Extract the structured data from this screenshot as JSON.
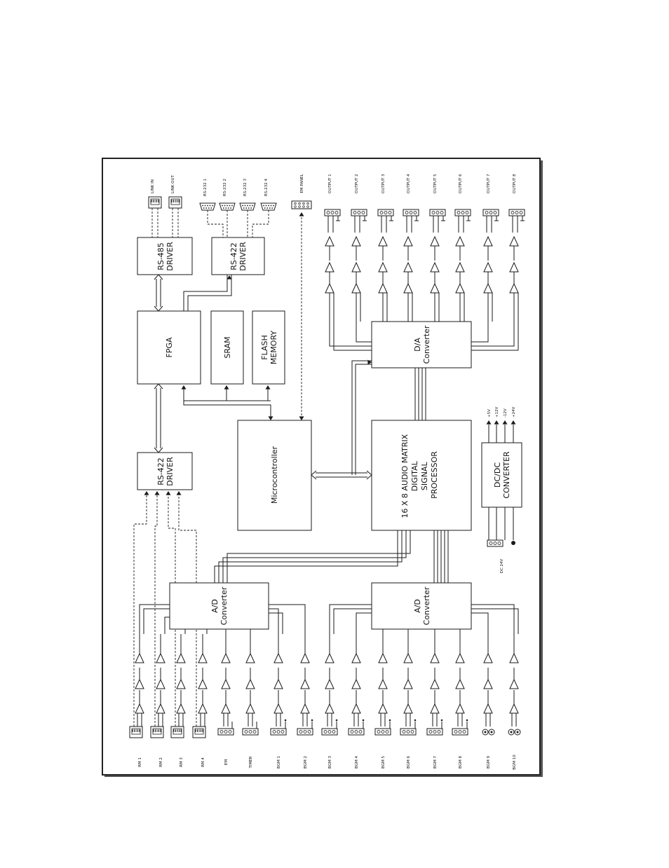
{
  "blocks": {
    "rs485": [
      "RS-485",
      "DRIVER"
    ],
    "rs422_top": [
      "RS-422",
      "DRIVER"
    ],
    "fpga": [
      "FPGA"
    ],
    "sram": [
      "SRAM"
    ],
    "flash": [
      "FLASH",
      "MEMORY"
    ],
    "rs422_mid": [
      "RS-422",
      "DRIVER"
    ],
    "micro": [
      "Microcontroller"
    ],
    "da": [
      "D/A",
      "Converter"
    ],
    "dsp": [
      "16 X 8 AUDIO MATRIX",
      "DIGITAL",
      "SIGNAL",
      "PROCESSOR"
    ],
    "dcdc": [
      "DC/DC",
      "CONVERTER"
    ],
    "ad_left": [
      "A/D",
      "Converter"
    ],
    "ad_right": [
      "A/D",
      "Converter"
    ]
  },
  "ports_top": [
    "LINK IN",
    "LINK OUT"
  ],
  "rs232_ports": [
    "RS-232 1",
    "RS-232 2",
    "RS-232 3",
    "RS-232 4"
  ],
  "em_panel": "EM PANEL",
  "outputs": [
    "OUTPUT 1",
    "OUTPUT 2",
    "OUTPUT 3",
    "OUTPUT 4",
    "OUTPUT 5",
    "OUTPUT 6",
    "OUTPUT 7",
    "OUTPUT 8"
  ],
  "power_rails": [
    "+5V",
    "+12V",
    "-12V",
    "+24V"
  ],
  "dc_input": "DC 24V",
  "inputs": [
    "RM 1",
    "RM 2",
    "RM 3",
    "RM 4",
    "EM",
    "TIMER",
    "BGM 1",
    "BGM 2",
    "BGM 3",
    "BGM 4",
    "BGM 5",
    "BGM 6",
    "BGM 7",
    "BGM 8",
    "BGM 9",
    "BGM 10"
  ],
  "colors": {
    "line": "#1a1a1a",
    "frame": "#222222",
    "frame_shadow": "#555555"
  }
}
